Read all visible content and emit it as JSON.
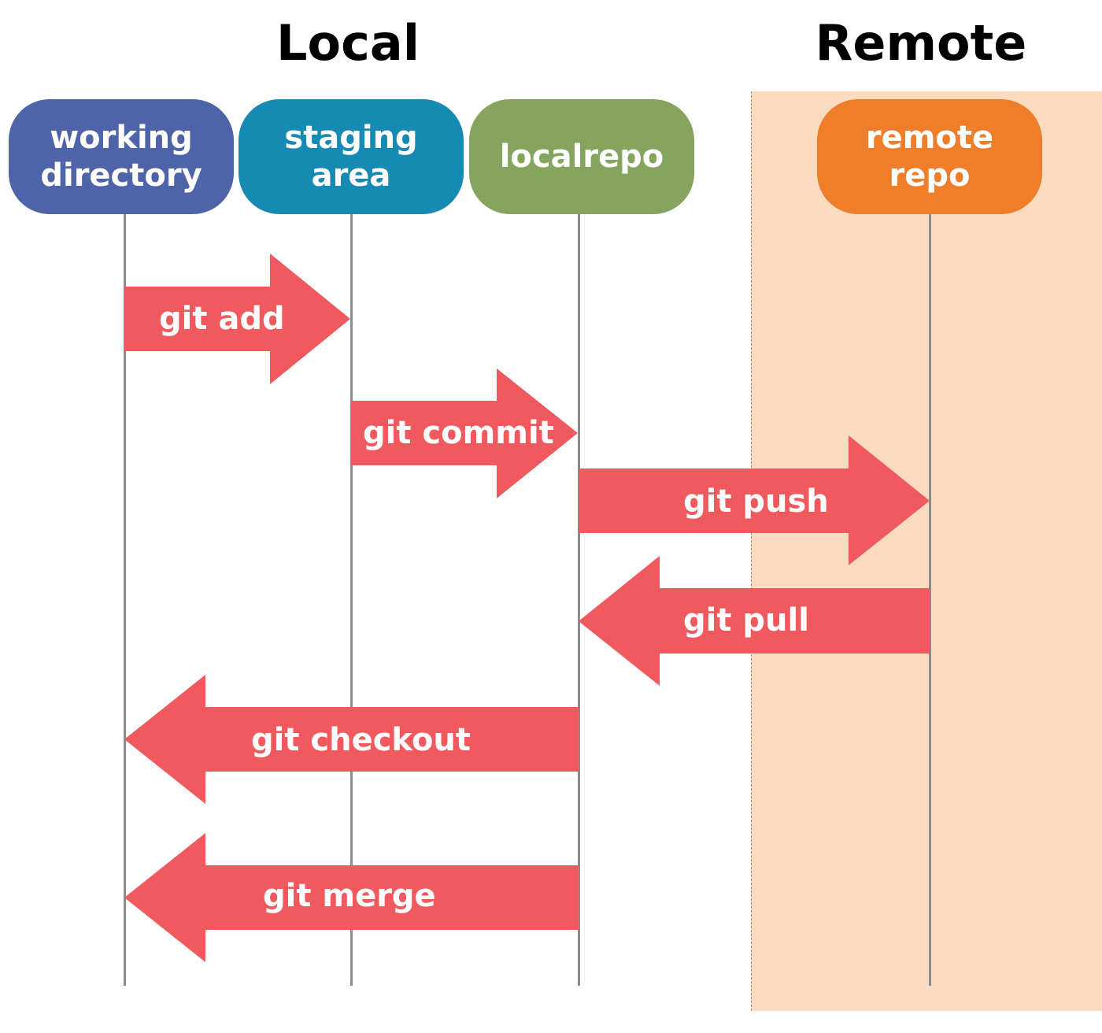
{
  "titles": {
    "local": "Local",
    "remote": "Remote"
  },
  "boxes": [
    {
      "id": "working-directory",
      "label": "working\ndirectory",
      "color": "#4f63a8"
    },
    {
      "id": "staging-area",
      "label": "staging\narea",
      "color": "#168ab3"
    },
    {
      "id": "local-repo",
      "label": "localrepo",
      "color": "#85a55e"
    },
    {
      "id": "remote-repo",
      "label": "remote\nrepo",
      "color": "#ee7e2a"
    }
  ],
  "commands": [
    {
      "id": "git-add",
      "label": "git add",
      "from": "working-directory",
      "to": "staging-area"
    },
    {
      "id": "git-commit",
      "label": "git commit",
      "from": "staging-area",
      "to": "local-repo"
    },
    {
      "id": "git-push",
      "label": "git push",
      "from": "local-repo",
      "to": "remote-repo"
    },
    {
      "id": "git-pull",
      "label": "git pull",
      "from": "remote-repo",
      "to": "local-repo"
    },
    {
      "id": "git-checkout",
      "label": "git checkout",
      "from": "local-repo",
      "to": "working-directory"
    },
    {
      "id": "git-merge",
      "label": "git merge",
      "from": "local-repo",
      "to": "working-directory"
    }
  ],
  "colors": {
    "arrow": "#f05a5e",
    "remote_zone": "#fbdcc0",
    "lane": "#8c8c8c"
  }
}
